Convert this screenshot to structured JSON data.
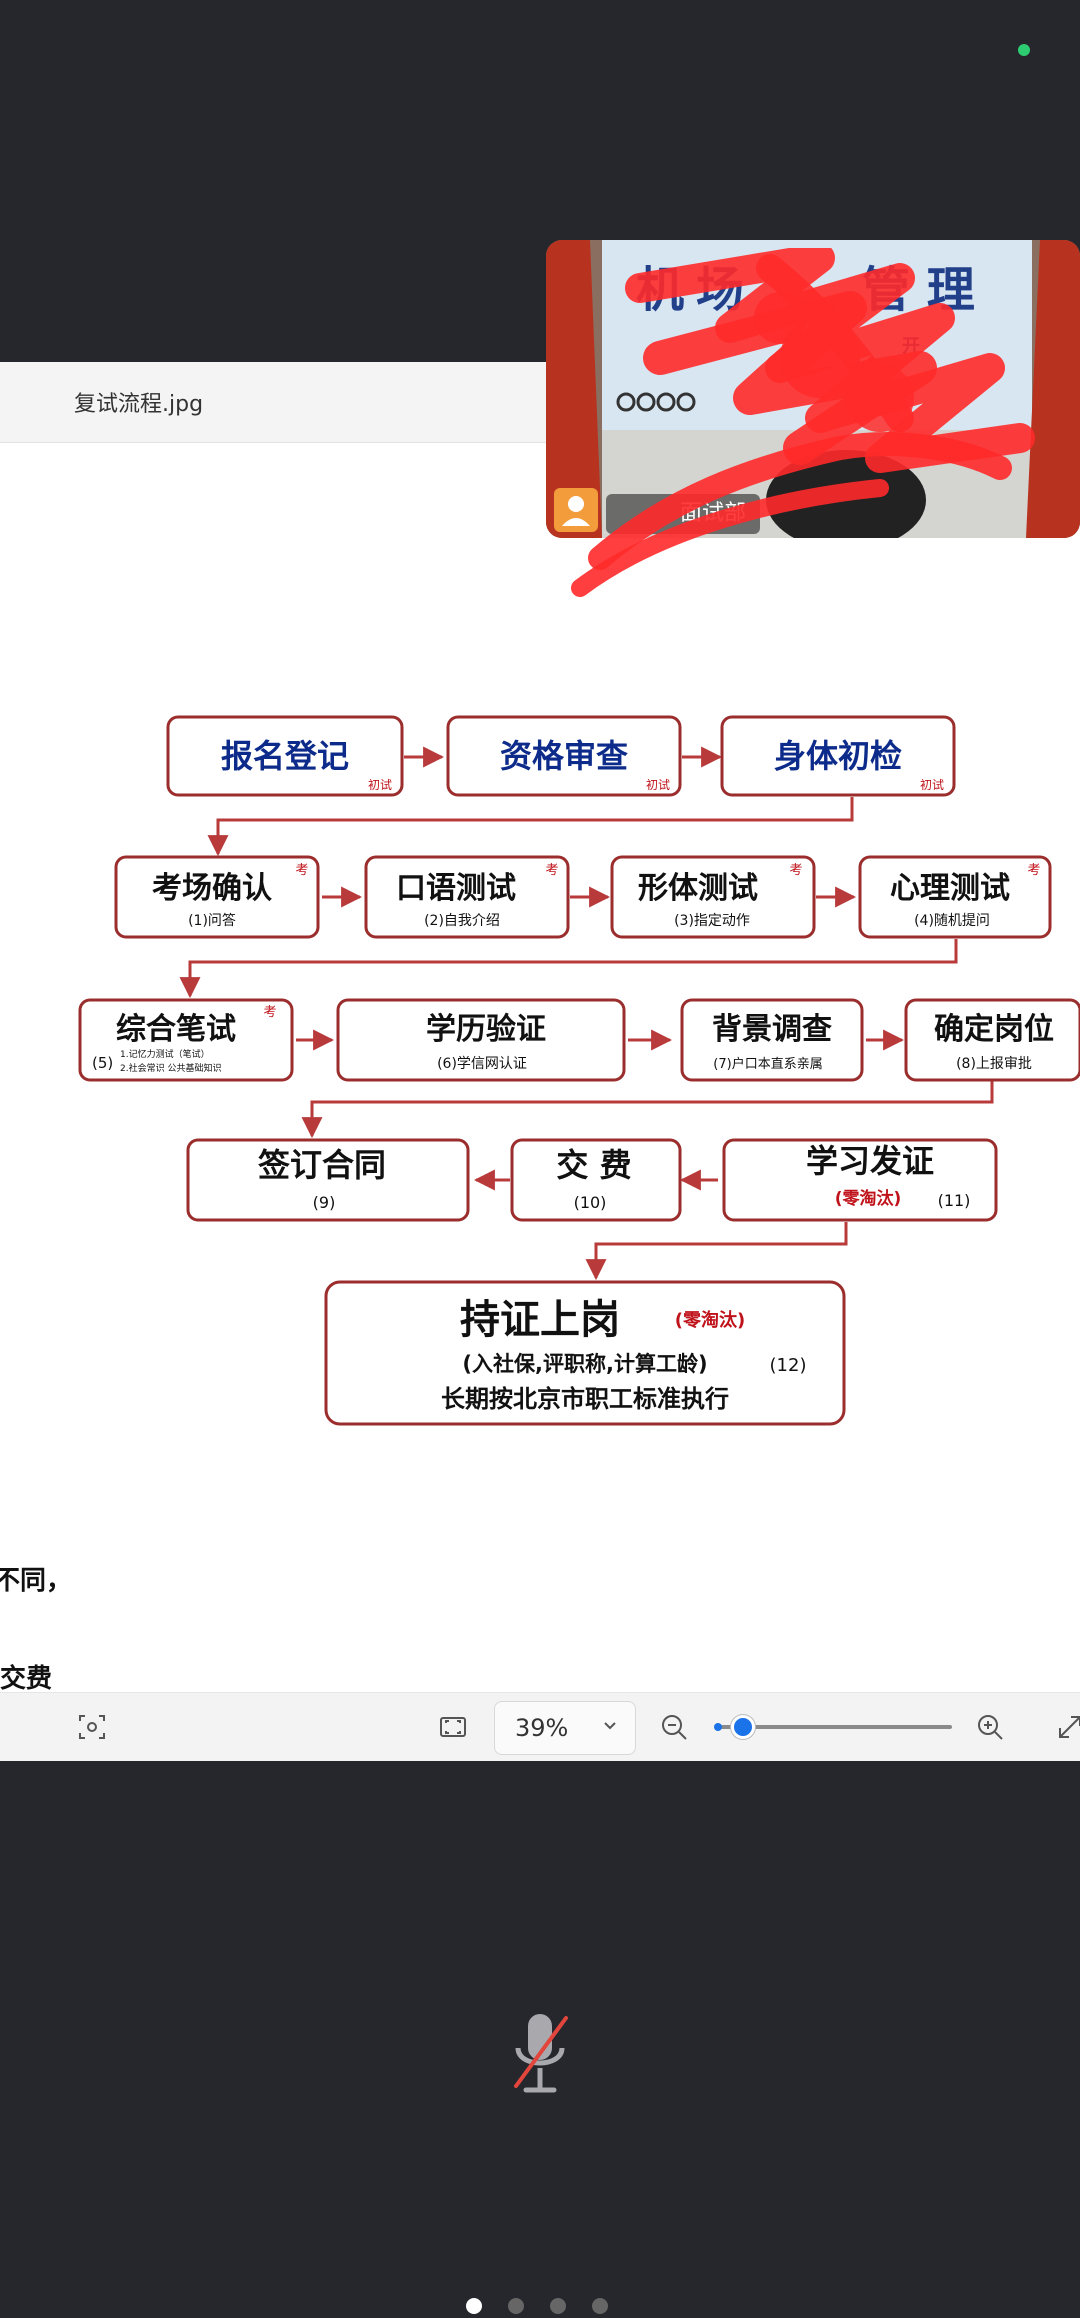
{
  "viewer": {
    "file_name": "复试流程.jpg",
    "partial_lines": [
      "不同，",
      "交费"
    ],
    "zoom_level": "39%",
    "zoom_slider_value": 0.1
  },
  "flow": {
    "row1": [
      {
        "title": "报名登记",
        "stage": "初试"
      },
      {
        "title": "资格审查",
        "stage": "初试"
      },
      {
        "title": "身体初检",
        "stage": "初试"
      }
    ],
    "row2": [
      {
        "title": "考场确认",
        "mark": "考",
        "sub": "(1)问答"
      },
      {
        "title": "口语测试",
        "mark": "考",
        "sub": "(2)自我介绍"
      },
      {
        "title": "形体测试",
        "mark": "考",
        "sub": "(3)指定动作"
      },
      {
        "title": "心理测试",
        "mark": "考",
        "sub": "(4)随机提问"
      }
    ],
    "row3": [
      {
        "title": "综合笔试",
        "mark": "考",
        "num": "(5)",
        "sub1": "1.记忆力测试（笔试）",
        "sub2": "2.社会常识 公共基础知识"
      },
      {
        "title": "学历验证",
        "sub": "(6)学信网认证"
      },
      {
        "title": "背景调查",
        "sub": "(7)户口本直系亲属"
      },
      {
        "title": "确定岗位",
        "sub": "(8)上报审批"
      }
    ],
    "row4": [
      {
        "title": "签订合同",
        "sub": "(9)"
      },
      {
        "title": "交 费",
        "sub": "(10)"
      },
      {
        "title": "学习发证",
        "red": "(零淘汰)",
        "sub": "(11)"
      }
    ],
    "final": {
      "title": "持证上岗",
      "red": "(零淘汰)",
      "line1": "(入社保,评职称,计算工龄)",
      "num": "(12)",
      "line2": "长期按北京市职工标准执行"
    }
  },
  "video": {
    "sign_left": "机",
    "sign_mid": "场",
    "sign_right": "管 理",
    "sign_small": "开",
    "label": "面试部"
  },
  "icons": {
    "scan": "scan-icon",
    "fit": "fit-screen-icon",
    "chevron": "chevron-down-icon",
    "zoom_out": "zoom-out-icon",
    "zoom_in": "zoom-in-icon",
    "expand": "expand-icon",
    "mic": "mic-off-icon",
    "avatar": "avatar-icon"
  },
  "colors": {
    "box_border": "#9b2d2d",
    "box_title": "#0d2b8a",
    "red_text": "#c0121a",
    "arrow": "#b83a3a",
    "accent": "#1a73e8",
    "scribble": "#ff2a2a"
  }
}
